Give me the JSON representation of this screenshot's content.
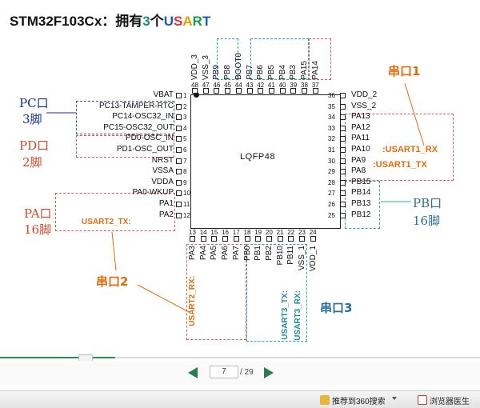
{
  "title": {
    "prefix": "STM32F103Cx：拥有",
    "count": "3",
    "unit": "个",
    "u": "U",
    "s": "S",
    "a": "A",
    "r": "R",
    "t": "T"
  },
  "chip": {
    "label": "LQFP48"
  },
  "left_pins": [
    {
      "num": "1",
      "label": "VBAT"
    },
    {
      "num": "2",
      "label": "PC13-TAMPER-RTC"
    },
    {
      "num": "3",
      "label": "PC14-OSC32_IN"
    },
    {
      "num": "4",
      "label": "PC15-OSC32_OUT"
    },
    {
      "num": "5",
      "label": "PD0-OSC_IN"
    },
    {
      "num": "6",
      "label": "PD1-OSC_OUT"
    },
    {
      "num": "7",
      "label": "NRST"
    },
    {
      "num": "8",
      "label": "VSSA"
    },
    {
      "num": "9",
      "label": "VDDA"
    },
    {
      "num": "10",
      "label": "PA0-WKUP"
    },
    {
      "num": "11",
      "label": "PA1"
    },
    {
      "num": "12",
      "label": "PA2"
    }
  ],
  "right_pins": [
    {
      "num": "36",
      "label": "VDD_2"
    },
    {
      "num": "35",
      "label": "VSS_2"
    },
    {
      "num": "34",
      "label": "PA13"
    },
    {
      "num": "33",
      "label": "PA12"
    },
    {
      "num": "32",
      "label": "PA11"
    },
    {
      "num": "31",
      "label": "PA10"
    },
    {
      "num": "30",
      "label": "PA9"
    },
    {
      "num": "29",
      "label": "PA8"
    },
    {
      "num": "28",
      "label": "PB15"
    },
    {
      "num": "27",
      "label": "PB14"
    },
    {
      "num": "26",
      "label": "PB13"
    },
    {
      "num": "25",
      "label": "PB12"
    }
  ],
  "top_pins": [
    {
      "num": "48",
      "label": "VDD_3"
    },
    {
      "num": "47",
      "label": "VSS_3"
    },
    {
      "num": "46",
      "label": "PB9"
    },
    {
      "num": "45",
      "label": "PB8"
    },
    {
      "num": "44",
      "label": "BOOT0"
    },
    {
      "num": "43",
      "label": "PB7"
    },
    {
      "num": "42",
      "label": "PB6"
    },
    {
      "num": "41",
      "label": "PB5"
    },
    {
      "num": "40",
      "label": "PB4"
    },
    {
      "num": "39",
      "label": "PB3"
    },
    {
      "num": "38",
      "label": "PA15"
    },
    {
      "num": "37",
      "label": "PA14"
    }
  ],
  "bottom_pins": [
    {
      "num": "13",
      "label": "PA3"
    },
    {
      "num": "14",
      "label": "PA4"
    },
    {
      "num": "15",
      "label": "PA5"
    },
    {
      "num": "16",
      "label": "PA6"
    },
    {
      "num": "17",
      "label": "PA7"
    },
    {
      "num": "18",
      "label": "PB0"
    },
    {
      "num": "19",
      "label": "PB1"
    },
    {
      "num": "20",
      "label": "PB2"
    },
    {
      "num": "21",
      "label": "PB10"
    },
    {
      "num": "22",
      "label": "PB11"
    },
    {
      "num": "23",
      "label": "VSS_1"
    },
    {
      "num": "24",
      "label": "VDD_1"
    }
  ],
  "annotations": {
    "pc_port": "PC口",
    "pc_count": "3脚",
    "pd_port": "PD口",
    "pd_count": "2脚",
    "pa_port": "PA口",
    "pa_count": "16脚",
    "pb_port": "PB口",
    "pb_count": "16脚",
    "serial1": "串口1",
    "serial2": "串口2",
    "serial3": "串口3",
    "usart1_rx": ":USART1_RX",
    "usart1_tx": ":USART1_TX",
    "usart2_tx": "USART2_TX:",
    "usart2_rx": "USART2_RX:",
    "usart3_tx": "USART3_TX:",
    "usart3_rx": "USART3_RX:"
  },
  "viewer": {
    "page_current": "7",
    "page_total": "/ 29",
    "progress_fraction": 0.24
  },
  "statusbar": {
    "recommend": "推荐到360搜索",
    "doctor": "浏览器医生"
  },
  "colors": {
    "accent_orange": "#e46c0a",
    "accent_teal": "#1f8f9a",
    "nav_green": "#2a7b4f"
  }
}
